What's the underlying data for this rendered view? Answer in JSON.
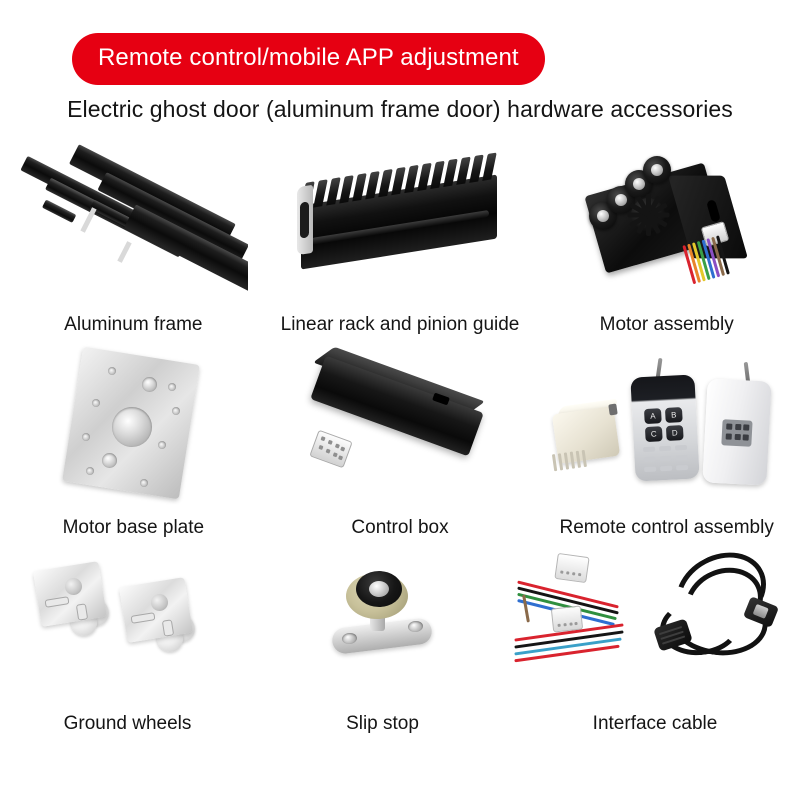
{
  "header": {
    "banner_label": "Remote control/mobile APP adjustment",
    "banner_color": "#e60012",
    "banner_text_color": "#ffffff",
    "subtitle": "Electric ghost door (aluminum frame door) hardware accessories"
  },
  "background_color": "#ffffff",
  "grid": {
    "rows": [
      {
        "items": [
          {
            "caption": "Aluminum frame",
            "image_name": "aluminum-frame-photo"
          },
          {
            "caption": "Linear rack and pinion guide",
            "image_name": "linear-rack-and-pinion-guide-photo"
          },
          {
            "caption": "Motor assembly",
            "image_name": "motor-assembly-photo"
          }
        ]
      },
      {
        "items": [
          {
            "caption": "Motor base plate",
            "image_name": "motor-base-plate-photo"
          },
          {
            "caption": "Control box",
            "image_name": "control-box-photo"
          },
          {
            "caption": "Remote control assembly",
            "image_name": "remote-control-assembly-photo"
          }
        ]
      },
      {
        "items": [
          {
            "caption": "Ground wheels",
            "image_name": "ground-wheels-photo"
          },
          {
            "caption": "Slip stop",
            "image_name": "slip-stop-photo"
          },
          {
            "caption": "Interface cable",
            "image_name": "interface-cable-photo"
          }
        ]
      }
    ]
  },
  "remote_control_detail": {
    "button_labels": [
      "A",
      "B",
      "C",
      "D"
    ]
  },
  "harness_wire_colors": [
    "#d9232e",
    "#111111",
    "#2f8f3f",
    "#2f6fd0",
    "#d9232e",
    "#111111",
    "#3aa0c8",
    "#d9232e"
  ]
}
